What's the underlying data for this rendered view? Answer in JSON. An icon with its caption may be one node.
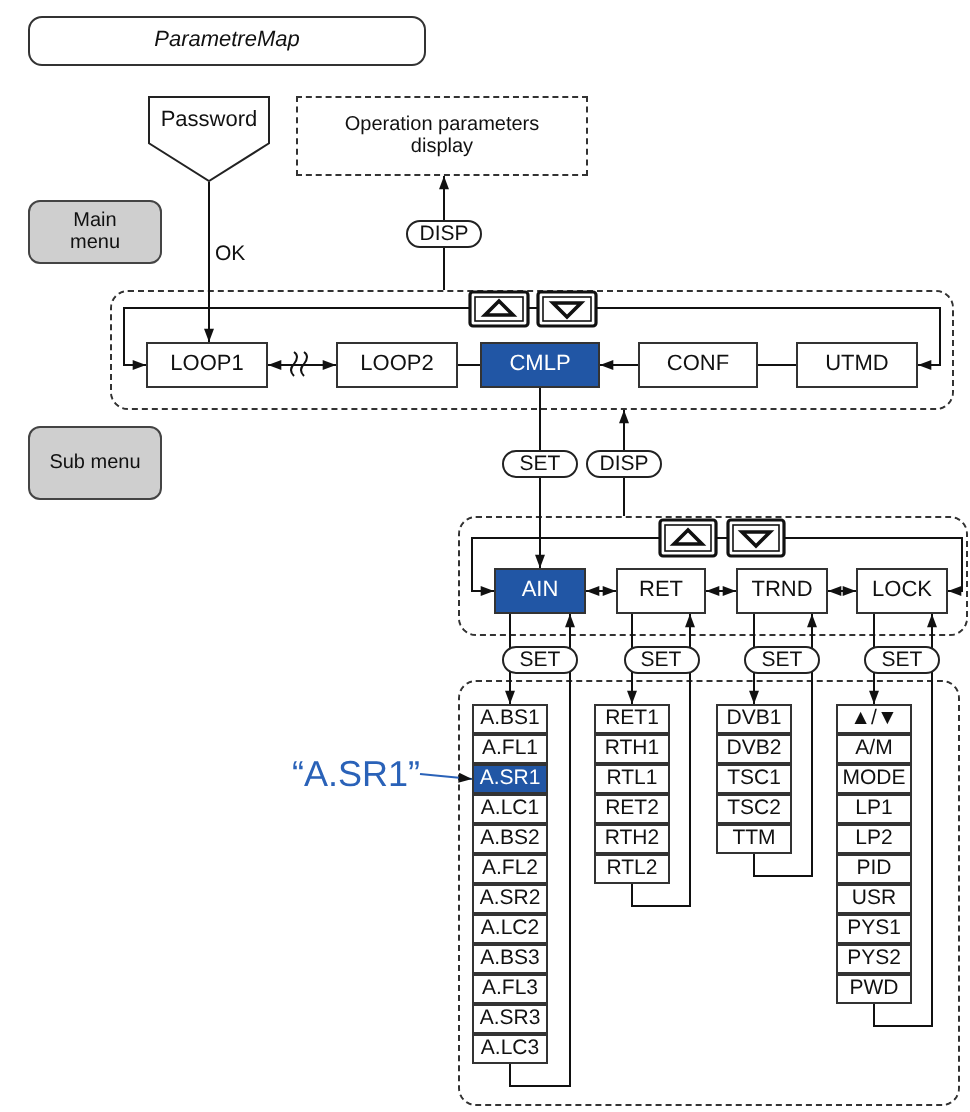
{
  "diagram": {
    "nodes": [
      {
        "text": [
          "ParametreMap"
        ]
      },
      {
        "text": [
          "Password"
        ]
      },
      {
        "text": [
          "Operation parameters display"
        ]
      },
      {
        "text": [
          "Main menu"
        ]
      },
      {
        "text": [],
        "shape": "box"
      },
      {
        "text": [
          "LOOP1"
        ],
        "in": 4
      },
      {
        "text": [
          "LOOP2"
        ],
        "in": 4
      },
      {
        "text": [
          "CMLP"
        ],
        "in": 4
      },
      {
        "text": [
          "CONF"
        ],
        "in": 4
      },
      {
        "text": [
          "UTMD"
        ],
        "in": 4
      },
      {
        "text": [
          "Sub menu"
        ]
      },
      {
        "text": [],
        "shape": "box"
      },
      {
        "text": [
          "AIN"
        ],
        "in": 11
      },
      {
        "text": [
          "RET"
        ],
        "in": 11
      },
      {
        "text": [
          "TRND"
        ],
        "in": 11
      },
      {
        "text": [
          "LOCK"
        ],
        "in": 11
      },
      {
        "text": [],
        "shape": "box"
      },
      {
        "text": [
          "A.BS1"
        ],
        "in": 16
      },
      {
        "text": [
          "A.FL1"
        ],
        "in": 16
      },
      {
        "text": [
          "A.SR1"
        ],
        "in": 16
      },
      {
        "text": [
          "A.LC1"
        ],
        "in": 16
      },
      {
        "text": [
          "A.BS2"
        ],
        "in": 16
      },
      {
        "text": [
          "A.FL2"
        ],
        "in": 16
      },
      {
        "text": [
          "A.SR2"
        ],
        "in": 16
      },
      {
        "text": [
          "A.LC2"
        ],
        "in": 16
      },
      {
        "text": [
          "A.BS3"
        ],
        "in": 16
      },
      {
        "text": [
          "A.FL3"
        ],
        "in": 16
      },
      {
        "text": [
          "A.SR3"
        ],
        "in": 16
      },
      {
        "text": [
          "A.LC3"
        ],
        "in": 16
      },
      {
        "text": [
          "RET1"
        ],
        "in": 16
      },
      {
        "text": [
          "RTH1"
        ],
        "in": 16
      },
      {
        "text": [
          "RTL1"
        ],
        "in": 16
      },
      {
        "text": [
          "RET2"
        ],
        "in": 16
      },
      {
        "text": [
          "RTH2"
        ],
        "in": 16
      },
      {
        "text": [
          "RTL2"
        ],
        "in": 16
      },
      {
        "text": [
          "DVB1"
        ],
        "in": 16
      },
      {
        "text": [
          "DVB2"
        ],
        "in": 16
      },
      {
        "text": [
          "TSC1"
        ],
        "in": 16
      },
      {
        "text": [
          "TSC2"
        ],
        "in": 16
      },
      {
        "text": [
          "TTM"
        ],
        "in": 16
      },
      {
        "text": [
          "▲/▼"
        ],
        "in": 16
      },
      {
        "text": [
          "A/M"
        ],
        "in": 16
      },
      {
        "text": [
          "MODE"
        ],
        "in": 16
      },
      {
        "text": [
          "LP1"
        ],
        "in": 16
      },
      {
        "text": [
          "LP2"
        ],
        "in": 16
      },
      {
        "text": [
          "PID"
        ],
        "in": 16
      },
      {
        "text": [
          "USR"
        ],
        "in": 16
      },
      {
        "text": [
          "PYS1"
        ],
        "in": 16
      },
      {
        "text": [
          "PYS2"
        ],
        "in": 16
      },
      {
        "text": [
          "PWD"
        ],
        "in": 16
      },
      {
        "text": [
          "“A.SR1”"
        ]
      }
    ],
    "edges": [
      {
        "from": 1,
        "to": 5,
        "arrow": "to",
        "label": "OK"
      },
      {
        "from": 4,
        "to": 2,
        "arrow": "to",
        "label": "DISP"
      },
      {
        "from": 5,
        "to": 6,
        "arrow": "both"
      },
      {
        "from": 6,
        "to": 7,
        "arrow": "none"
      },
      {
        "from": 8,
        "to": 7,
        "arrow": "to"
      },
      {
        "from": 8,
        "to": 9,
        "arrow": "none"
      },
      {
        "from": 9,
        "to": 5,
        "arrow": "both"
      },
      {
        "from": 7,
        "to": 12,
        "arrow": "to",
        "label": "SET"
      },
      {
        "from": 11,
        "to": 4,
        "arrow": "to",
        "label": "DISP"
      },
      {
        "from": 12,
        "to": 13,
        "arrow": "both"
      },
      {
        "from": 13,
        "to": 14,
        "arrow": "both"
      },
      {
        "from": 14,
        "to": 15,
        "arrow": "both"
      },
      {
        "from": 15,
        "to": 12,
        "arrow": "both"
      },
      {
        "from": 12,
        "to": 17,
        "arrow": "to",
        "label": "SET"
      },
      {
        "from": 28,
        "to": 12,
        "arrow": "to"
      },
      {
        "from": 13,
        "to": 29,
        "arrow": "to",
        "label": "SET"
      },
      {
        "from": 34,
        "to": 13,
        "arrow": "to"
      },
      {
        "from": 14,
        "to": 35,
        "arrow": "to",
        "label": "SET"
      },
      {
        "from": 39,
        "to": 14,
        "arrow": "to"
      },
      {
        "from": 15,
        "to": 40,
        "arrow": "to",
        "label": "SET"
      },
      {
        "from": 49,
        "to": 15,
        "arrow": "to"
      },
      {
        "from": 50,
        "to": 19,
        "arrow": "to",
        "color": "#2a62b8"
      }
    ]
  }
}
